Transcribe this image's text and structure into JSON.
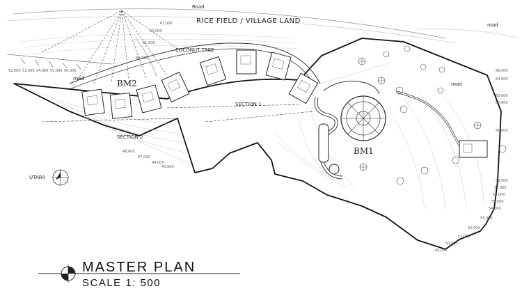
{
  "labels": {
    "road_top": "Road",
    "rice_field": "RICE FIELD / VILLAGE LAND",
    "road_right_top": "road",
    "road_right_mid": "road",
    "coconut_tree": "COCONUT TREE",
    "road_left": "road",
    "bm2": "BM2",
    "bm1": "BM1",
    "section_1": "SECTION 1",
    "section_2": "SECTION 2",
    "utara": "UTARA"
  },
  "elevations": {
    "top_1": "63,000",
    "top_2": "62,000",
    "top_3": "61,000",
    "top_4": "60,000",
    "left_1": "52,000",
    "left_2": "53,000",
    "left_3": "54,000",
    "left_4": "55,000",
    "left_5": "56,000",
    "bottom_1": "48,000",
    "bottom_2": "47,000",
    "bottom_3": "44,000",
    "bottom_4": "43,000",
    "right_1": "66,000",
    "right_2": "64,000",
    "right_3": "63,000",
    "right_4": "62,000",
    "right_5": "61,000",
    "right_6": "59,000",
    "right_7": "57,000",
    "right_8": "56,000",
    "right_9": "55,000",
    "right_10": "54,000",
    "right_11": "53,000",
    "right_12": "52,000",
    "right_13": "51,000",
    "right_14": "50,000",
    "right_15": "49,000"
  },
  "title": {
    "main": "MASTER PLAN",
    "scale": "SCALE 1: 500"
  }
}
